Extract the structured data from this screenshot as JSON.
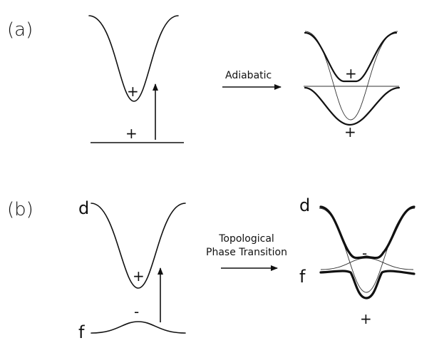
{
  "panel_a": {
    "label": "(a)",
    "left_sign_upper": "+",
    "left_sign_lower": "+",
    "arrow_label": "Adiabatic",
    "right_sign_upper": "+",
    "right_sign_lower": "+"
  },
  "panel_b": {
    "label": "(b)",
    "left_band_d": "d",
    "left_band_f": "f",
    "left_sign_d": "+",
    "left_sign_f": "-",
    "arrow_label_line1": "Topological",
    "arrow_label_line2": "Phase Transition",
    "right_band_d": "d",
    "right_band_f": "f",
    "right_sign_upper": "-",
    "right_sign_lower": "+"
  },
  "colors": {
    "ink": "#111111",
    "background": "#ffffff"
  }
}
